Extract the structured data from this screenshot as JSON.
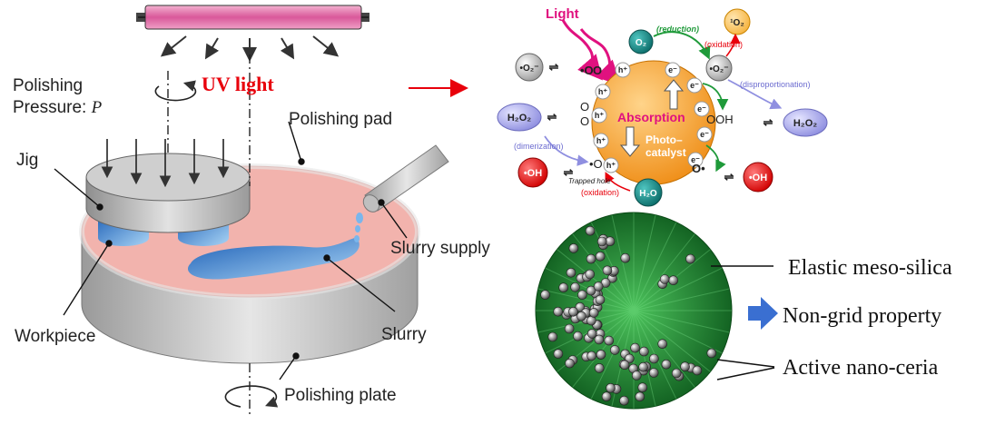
{
  "left_panel": {
    "uv_light": "UV light",
    "polishing_pressure_line1": "Polishing",
    "polishing_pressure_line2": "Pressure: ",
    "pressure_symbol": "P",
    "polishing_pad": "Polishing pad",
    "jig": "Jig",
    "slurry_supply": "Slurry supply",
    "workpiece": "Workpiece",
    "slurry": "Slurry",
    "polishing_plate": "Polishing plate"
  },
  "mechanism": {
    "light": "Light",
    "absorption": "Absorption",
    "photocatalyst_line1": "Photo–",
    "photocatalyst_line2": "catalyst",
    "reduction": "(reduction)",
    "oxidation_top": "(oxidation)",
    "disproportionation": "(disproportionation)",
    "dimerization": "(dimerization)",
    "trapped_hole": "Trapped hole",
    "oxidation_bottom": "(oxidation)",
    "species": {
      "o2": "O₂",
      "singlet_o2": "¹O₂",
      "superoxide": "•O₂⁻",
      "h2o2": "H₂O₂",
      "oh_radical": "•OH",
      "h2o": "H₂O",
      "ooh": "OOH",
      "hole": "h⁺",
      "electron": "e⁻"
    }
  },
  "particle": {
    "elastic_label": "Elastic meso-silica",
    "non_grid_label": "Non-grid property",
    "active_label": "Active nano-ceria"
  },
  "colors": {
    "uv_lamp": "#e07aa8",
    "pad": "#f2b3ad",
    "plate": "#c8c8c8",
    "slurry": "#3d86d6",
    "catalyst": "#f4a32c",
    "red_text": "#e8000b",
    "arrow_blue": "#3a6fd1",
    "silica_green": "#2f8f3e"
  }
}
